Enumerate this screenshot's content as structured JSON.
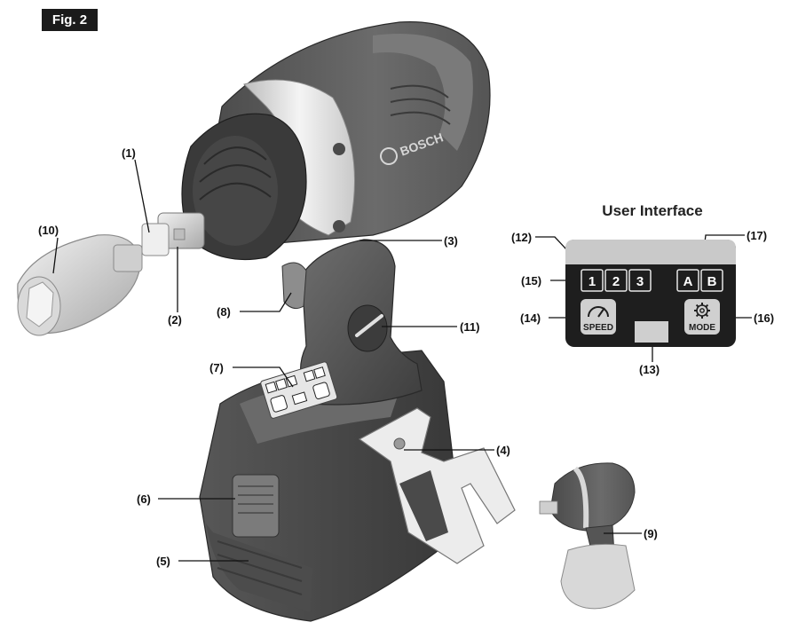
{
  "figure_label": "Fig. 2",
  "callouts": {
    "c1": "(1)",
    "c2": "(2)",
    "c3": "(3)",
    "c4": "(4)",
    "c5": "(5)",
    "c6": "(6)",
    "c7": "(7)",
    "c8": "(8)",
    "c9": "(9)",
    "c10": "(10)",
    "c11": "(11)",
    "c12": "(12)",
    "c13": "(13)",
    "c14": "(14)",
    "c15": "(15)",
    "c16": "(16)",
    "c17": "(17)"
  },
  "tool_brand": "BOSCH",
  "user_interface": {
    "title": "User Interface",
    "speed_buttons": [
      "1",
      "2",
      "3"
    ],
    "memory_buttons": [
      "A",
      "B"
    ],
    "speed_label": "SPEED",
    "mode_label": "MODE"
  },
  "panel_colors": {
    "panel_bg": "#1e1e1e",
    "status_bar": "#c9c9c9",
    "button_light": "#d0d0d0",
    "tool_body": "#5a5a5a",
    "tool_highlight": "#e6e6e6"
  }
}
